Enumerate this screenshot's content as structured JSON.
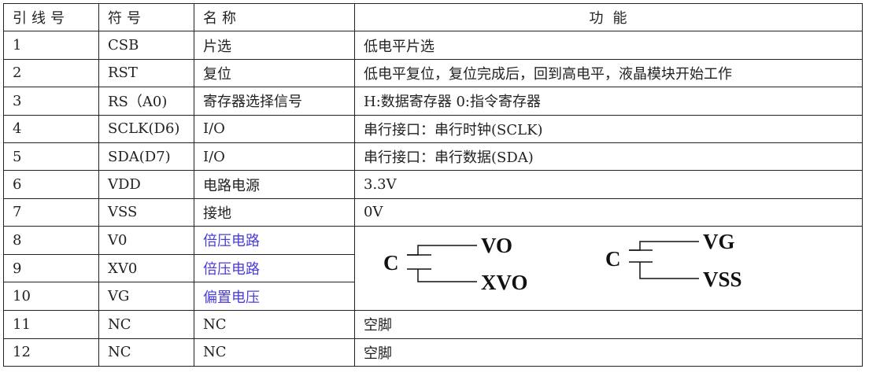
{
  "headers": [
    "引线号",
    "符号",
    "名称",
    "功能"
  ],
  "rows": [
    {
      "pin": "1",
      "symbol": "CSB",
      "name": "片选",
      "function": "低电平片选"
    },
    {
      "pin": "2",
      "symbol": "RST",
      "name": "复位",
      "function": "低电平复位，复位完成后，回到高电平，液晶模块开始工作"
    },
    {
      "pin": "3",
      "symbol": "RS（A0)",
      "name": "寄存器选择信号",
      "function": "H:数据寄存器 0:指令寄存器"
    },
    {
      "pin": "4",
      "symbol": "SCLK(D6)",
      "name": "I/O",
      "function": "串行接口：串行时钟(SCLK)"
    },
    {
      "pin": "5",
      "symbol": "SDA(D7)",
      "name": "I/O",
      "function": "串行接口：串行数据(SDA)"
    },
    {
      "pin": "6",
      "symbol": "VDD",
      "name": "电路电源",
      "function": "3.3V"
    },
    {
      "pin": "7",
      "symbol": "VSS",
      "name": "接地",
      "function": "0V"
    },
    {
      "pin": "8",
      "symbol": "V0",
      "name": "倍压电路"
    },
    {
      "pin": "9",
      "symbol": "XV0",
      "name": "倍压电路"
    },
    {
      "pin": "10",
      "symbol": "VG",
      "name": "偏置电压"
    },
    {
      "pin": "11",
      "symbol": "NC",
      "name": "NC",
      "function": "空脚"
    },
    {
      "pin": "12",
      "symbol": "NC",
      "name": "NC",
      "function": "空脚"
    }
  ],
  "diagram": {
    "left": {
      "cap": "C",
      "top": "VO",
      "bottom": "XVO"
    },
    "right": {
      "cap": "C",
      "top": "VG",
      "bottom": "VSS"
    }
  },
  "colors": {
    "link": "#4a3ddb",
    "border": "#222222"
  }
}
